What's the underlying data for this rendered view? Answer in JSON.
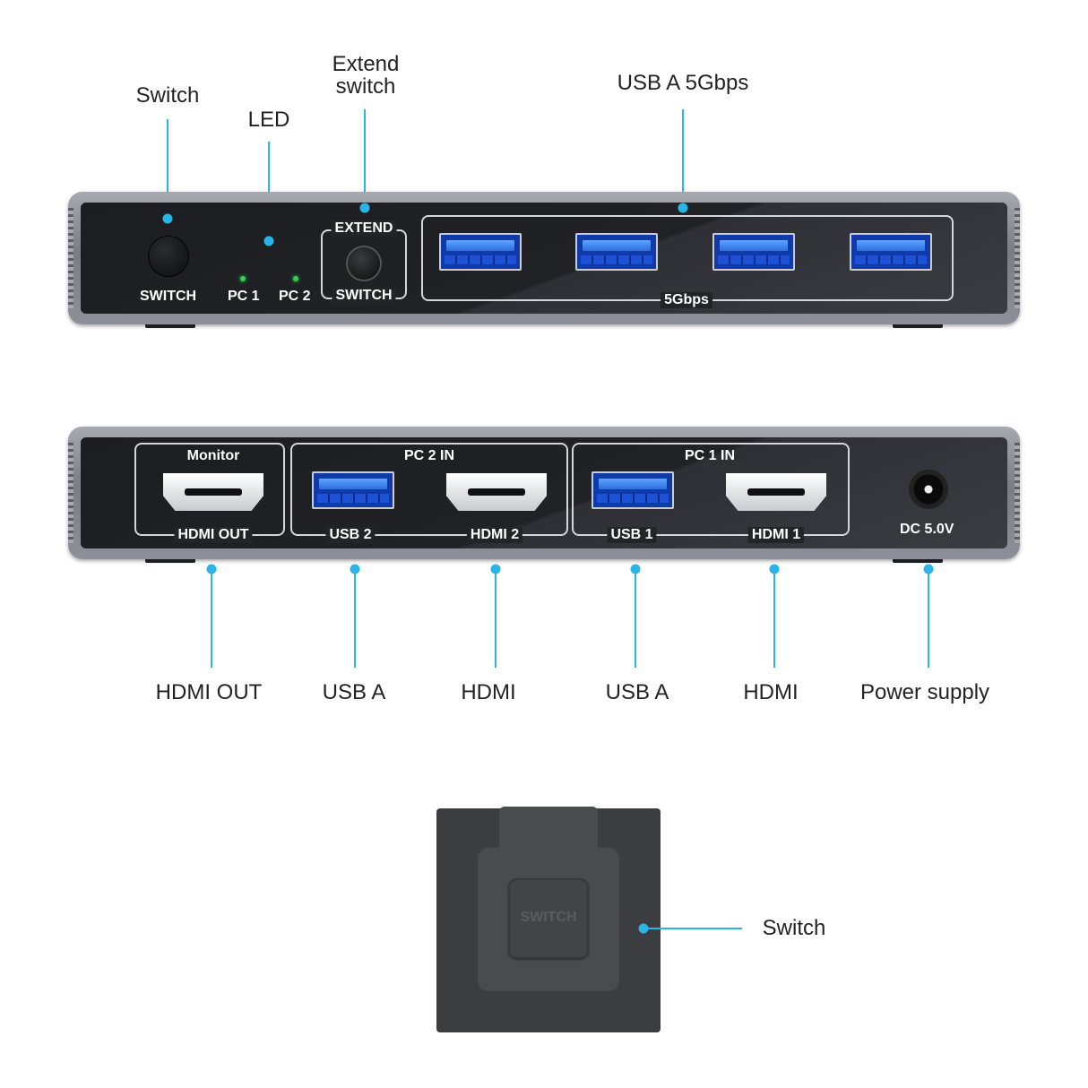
{
  "front_callouts": {
    "switch": "Switch",
    "led": "LED",
    "extend_line1": "Extend",
    "extend_line2": "switch",
    "usb_a": "USB A 5Gbps"
  },
  "front_panel": {
    "switch_label": "SWITCH",
    "pc1_label": "PC 1",
    "pc2_label": "PC 2",
    "extend_top": "EXTEND",
    "extend_bottom": "SWITCH",
    "speed_label": "5Gbps"
  },
  "back_panel": {
    "monitor": "Monitor",
    "hdmi_out": "HDMI OUT",
    "pc2_in": "PC 2 IN",
    "usb2": "USB 2",
    "hdmi2": "HDMI 2",
    "pc1_in": "PC 1 IN",
    "usb1": "USB 1",
    "hdmi1": "HDMI 1",
    "dc": "DC 5.0V"
  },
  "back_callouts": {
    "hdmi_out": "HDMI OUT",
    "usb_a_1": "USB A",
    "hdmi_1": "HDMI",
    "usb_a_2": "USB A",
    "hdmi_2": "HDMI",
    "power": "Power supply"
  },
  "remote": {
    "button_label": "SWITCH",
    "callout": "Switch"
  },
  "colors": {
    "accent_line": "#29b6e6",
    "usb_blue": "#1d52d6",
    "led_green": "#33d14d"
  }
}
